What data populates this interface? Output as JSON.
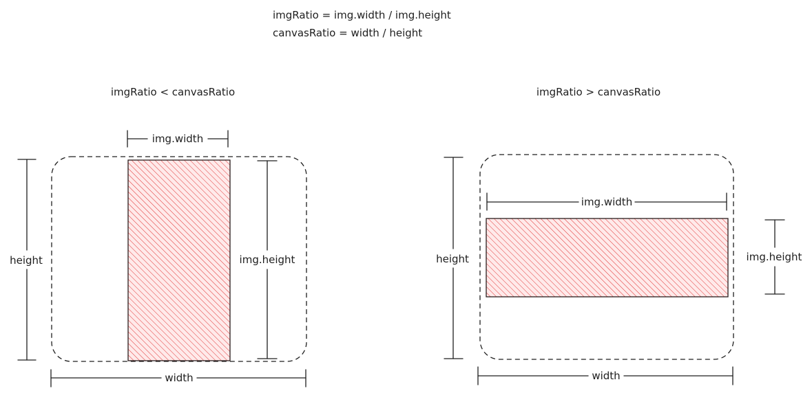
{
  "formulas": {
    "line1": "imgRatio = img.width / img.height",
    "line2": "canvasRatio = width / height"
  },
  "cases": [
    {
      "title": "imgRatio < canvasRatio",
      "label_width": "width",
      "label_height": "height",
      "label_img_width": "img.width",
      "label_img_height": "img.height"
    },
    {
      "title": "imgRatio > canvasRatio",
      "label_width": "width",
      "label_height": "height",
      "label_img_width": "img.width",
      "label_img_height": "img.height"
    }
  ],
  "colors": {
    "ink": "#1e1e1e",
    "hatch": "#e03131",
    "image_fill": "#ffe3e3"
  }
}
